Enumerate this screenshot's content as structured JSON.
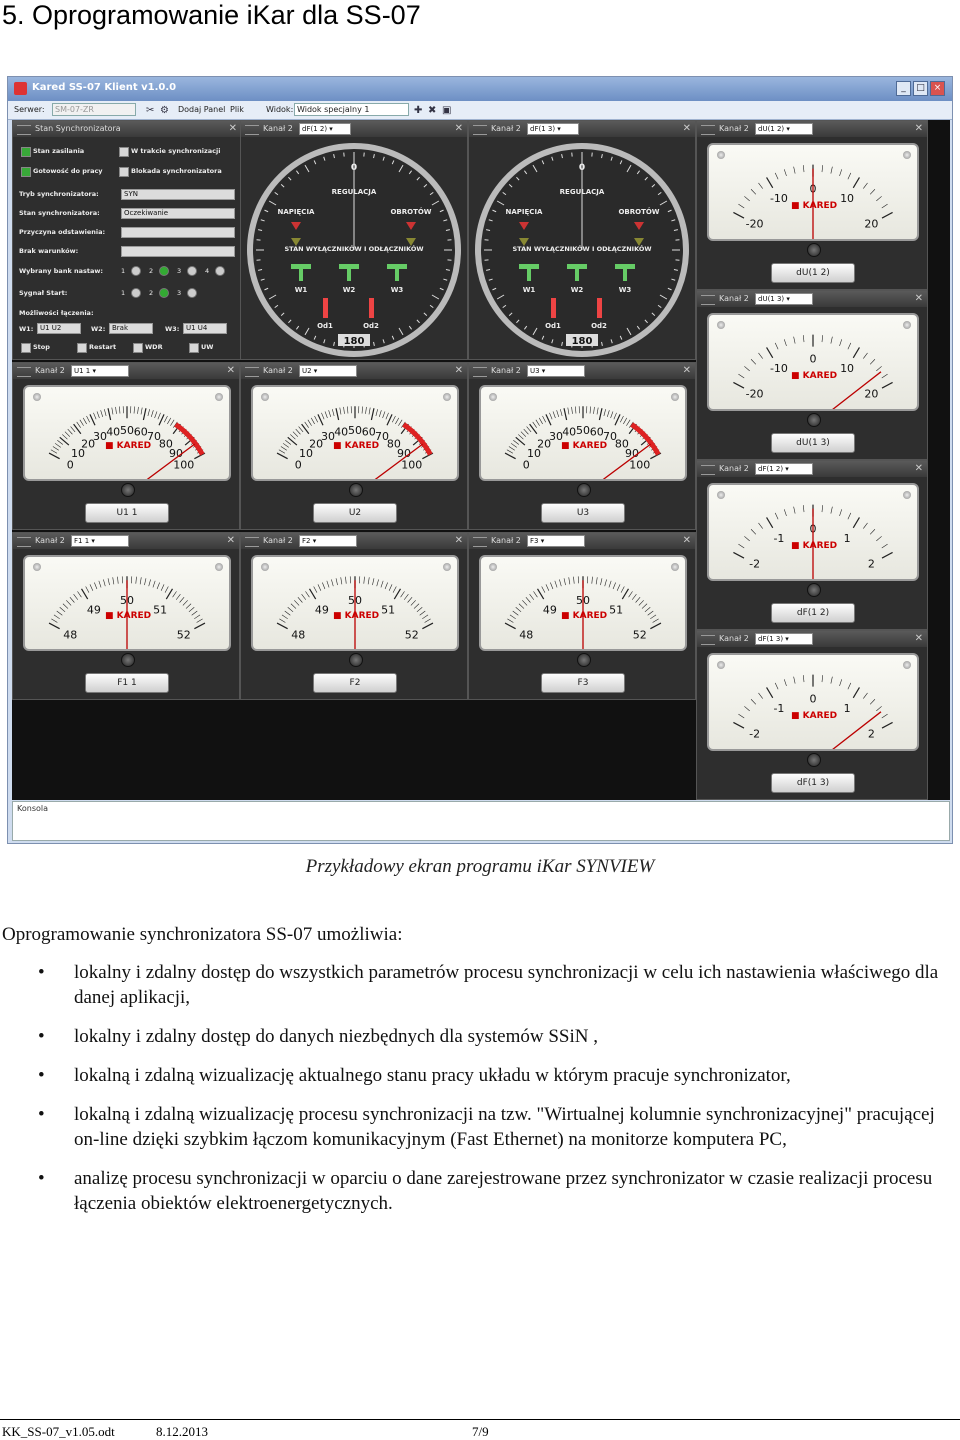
{
  "heading": "5. Oprogramowanie iKar dla SS-07",
  "window": {
    "title": "Kared SS-07 Klient v1.0.0",
    "toolbar": {
      "server_label": "Serwer:",
      "server_value": "SM-07-ZR",
      "add_panel": "Dodaj Panel",
      "file": "Plik",
      "view_label": "Widok:",
      "view_value": "Widok specjalny 1"
    },
    "console_label": "Konsola"
  },
  "sync_panel": {
    "title": "Stan Synchronizatora",
    "checks": [
      {
        "label": "Stan zasilania",
        "on": true
      },
      {
        "label": "W trakcie synchronizacji",
        "on": false
      },
      {
        "label": "Gotowość do pracy",
        "on": true
      },
      {
        "label": "Blokada synchronizatora",
        "on": false
      }
    ],
    "fields": [
      {
        "label": "Tryb synchronizatora:",
        "value": "SYN"
      },
      {
        "label": "Stan synchronizatora:",
        "value": "Oczekiwanie"
      },
      {
        "label": "Przyczyna odstawienia:",
        "value": ""
      },
      {
        "label": "Brak warunków:",
        "value": ""
      }
    ],
    "bank_label": "Wybrany bank nastaw:",
    "bank_options": [
      "1",
      "2",
      "3",
      "4"
    ],
    "start_label": "Sygnał Start:",
    "start_options": [
      "1",
      "2",
      "3"
    ],
    "switch_label": "Możliwości łączenia:",
    "w1_label": "W1:",
    "w1_value": "U1 U2",
    "w2_label": "W2:",
    "w2_value": "Brak",
    "w3_label": "W3:",
    "w3_value": "U1 U4",
    "buttons": [
      "Stop",
      "Restart",
      "WDR",
      "UW"
    ]
  },
  "synchroscopes": [
    {
      "title": "Kanał 2",
      "select": "dF(1 2)",
      "regulation": "REGULACJA",
      "voltage": "NAPIĘCIA",
      "speed": "OBROTÓW",
      "state": "STAN WYŁĄCZNIKÓW I ODŁĄCZNIKÓW",
      "w": [
        "W1",
        "W2",
        "W3"
      ],
      "od": [
        "Od1",
        "Od2"
      ],
      "scale": [
        "0",
        "180"
      ]
    },
    {
      "title": "Kanał 2",
      "select": "dF(1 3)",
      "regulation": "REGULACJA",
      "voltage": "NAPIĘCIA",
      "speed": "OBROTÓW",
      "state": "STAN WYŁĄCZNIKÓW I ODŁĄCZNIKÓW",
      "w": [
        "W1",
        "W2",
        "W3"
      ],
      "od": [
        "Od1",
        "Od2"
      ],
      "scale": [
        "0",
        "180"
      ]
    }
  ],
  "brand": "KARED",
  "voltage_meters": [
    {
      "title": "Kanał 2",
      "select": "U1 1",
      "button": "U1 1",
      "ticks": [
        "0",
        "10",
        "20",
        "30",
        "40",
        "50",
        "60",
        "70",
        "80",
        "90",
        "100"
      ]
    },
    {
      "title": "Kanał 2",
      "select": "U2",
      "button": "U2",
      "ticks": [
        "0",
        "10",
        "20",
        "30",
        "40",
        "50",
        "60",
        "70",
        "80",
        "90",
        "100"
      ]
    },
    {
      "title": "Kanał 2",
      "select": "U3",
      "button": "U3",
      "ticks": [
        "0",
        "10",
        "20",
        "30",
        "40",
        "50",
        "60",
        "70",
        "80",
        "90",
        "100"
      ]
    }
  ],
  "freq_meters": [
    {
      "title": "Kanał 2",
      "select": "F1 1",
      "button": "F1 1",
      "ticks": [
        "48",
        "49",
        "50",
        "51",
        "52"
      ]
    },
    {
      "title": "Kanał 2",
      "select": "F2",
      "button": "F2",
      "ticks": [
        "48",
        "49",
        "50",
        "51",
        "52"
      ]
    },
    {
      "title": "Kanał 2",
      "select": "F3",
      "button": "F3",
      "ticks": [
        "48",
        "49",
        "50",
        "51",
        "52"
      ]
    }
  ],
  "right_meters": [
    {
      "title": "Kanał 2",
      "select": "dU(1 2)",
      "button": "dU(1 2)",
      "ticks": [
        "-20",
        "-10",
        "0",
        "10",
        "20"
      ]
    },
    {
      "title": "Kanał 2",
      "select": "dU(1 3)",
      "button": "dU(1 3)",
      "ticks": [
        "-20",
        "-10",
        "0",
        "10",
        "20"
      ]
    },
    {
      "title": "Kanał 2",
      "select": "dF(1 2)",
      "button": "dF(1 2)",
      "ticks": [
        "-2",
        "-1",
        "0",
        "1",
        "2"
      ]
    },
    {
      "title": "Kanał 2",
      "select": "dF(1 3)",
      "button": "dF(1 3)",
      "ticks": [
        "-2",
        "-1",
        "0",
        "1",
        "2"
      ]
    }
  ],
  "caption": "Przykładowy ekran programu iKar SYNVIEW",
  "intro": "Oprogramowanie synchronizatora SS-07 umożliwia:",
  "bullets": [
    "lokalny i zdalny dostęp do wszystkich parametrów procesu synchronizacji w celu ich nastawienia właściwego dla danej aplikacji,",
    "lokalny i zdalny dostęp do danych niezbędnych dla systemów SSiN ,",
    "lokalną i zdalną wizualizację aktualnego stanu pracy układu w którym pracuje synchronizator,",
    "lokalną i zdalną wizualizację procesu synchronizacji na tzw. \"Wirtualnej kolumnie synchronizacyjnej\" pracującej on-line dzięki szybkim łączom komunikacyjnym (Fast Ethernet) na monitorze komputera PC,",
    "analizę procesu synchronizacji w oparciu o dane zarejestrowane przez synchronizator w czasie realizacji procesu łączenia  obiektów elektroenergetycznych."
  ],
  "footer": {
    "file": "KK_SS-07_v1.05.odt",
    "date": "8.12.2013",
    "page": "7/9"
  }
}
